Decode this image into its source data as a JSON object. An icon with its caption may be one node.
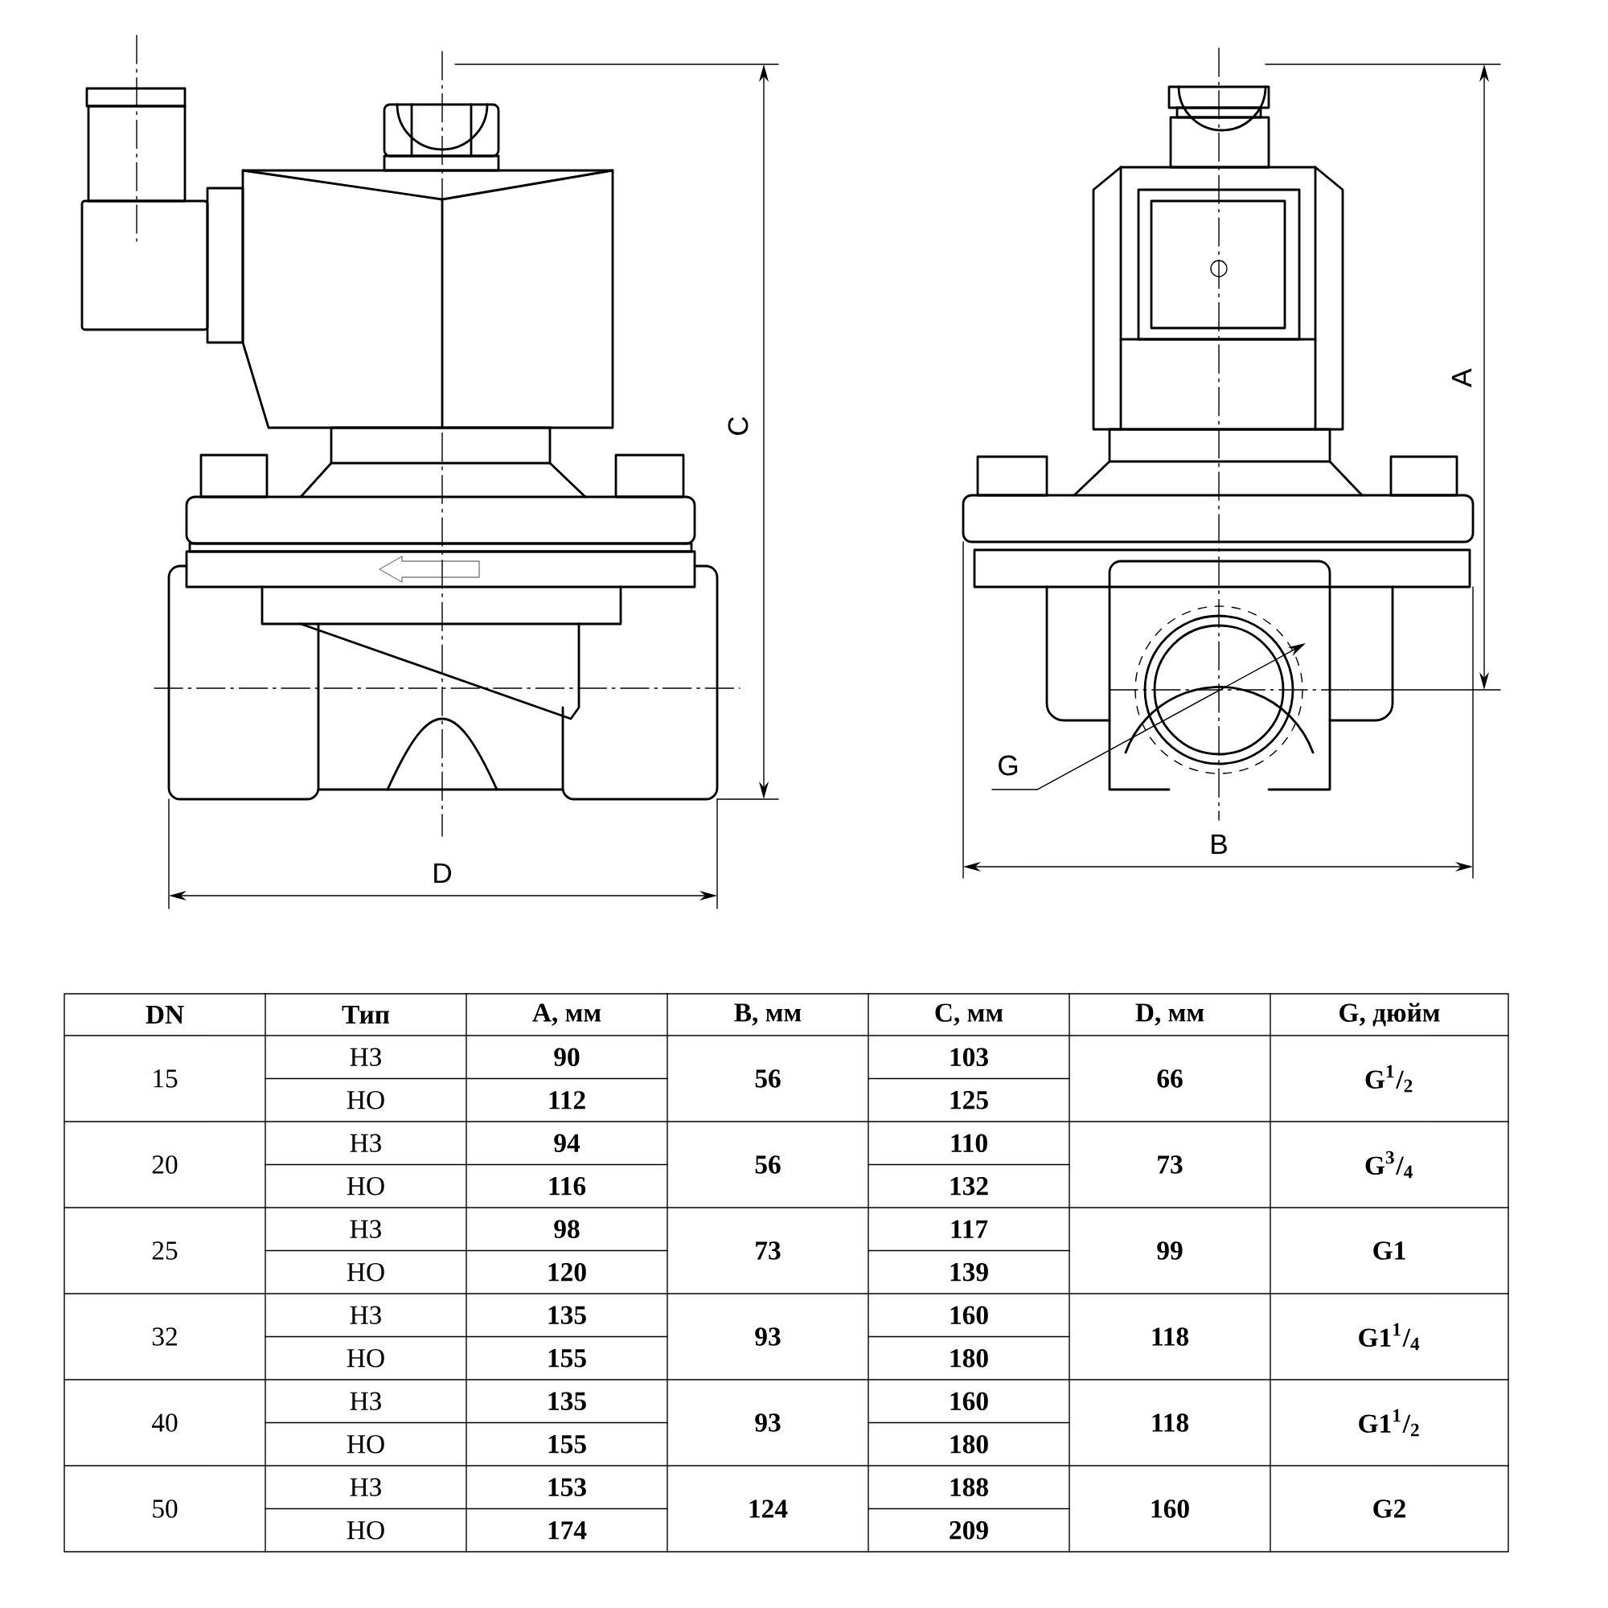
{
  "diagram": {
    "labels": [
      "C",
      "D",
      "A",
      "G",
      "B",
      "DN",
      "Тип",
      "A, мм",
      "B, мм",
      "C, мм",
      "D, мм",
      "G, дюйм",
      "15",
      "НЗ",
      "90",
      "56",
      "103",
      "66",
      "G$^{1}$/$_{2}$",
      "НО",
      "112",
      "125",
      "20",
      "НЗ",
      "94",
      "56",
      "110",
      "73",
      "G$^{3}$/$_{4}$",
      "НО",
      "116",
      "132",
      "25",
      "НЗ",
      "98",
      "73",
      "117",
      "99",
      "G1",
      "НО",
      "120",
      "139",
      "32",
      "НЗ",
      "135",
      "93",
      "160",
      "118",
      "G1$^{1}$/$_{4}$",
      "НО",
      "155",
      "180",
      "40",
      "НЗ",
      "135",
      "93",
      "160",
      "118",
      "G1$^{1}$/$_{2}$",
      "НО",
      "155",
      "180",
      "50",
      "НЗ",
      "153",
      "124",
      "188",
      "160",
      "G2",
      "НО",
      "174",
      "209"
    ]
  }
}
